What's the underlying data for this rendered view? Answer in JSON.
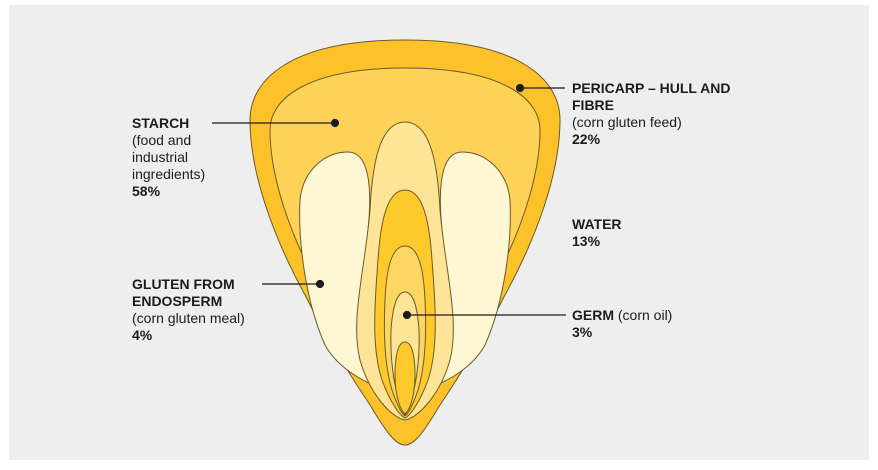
{
  "colors": {
    "background": "#eeeeef",
    "hull": "#fdc22a",
    "starch": "#fdd257",
    "gluten": "#fff7d4",
    "germ_outer": "#fde497",
    "germ_mid": "#fec92a",
    "germ_inner": "#fdd562",
    "outline": "#6b5a2a",
    "leader": "#1c1c1c"
  },
  "labels": {
    "starch": {
      "title": "STARCH",
      "detail": "(food and industrial ingredients)",
      "percent": "58%"
    },
    "gluten": {
      "title": "GLUTEN FROM ENDOSPERM",
      "detail": "(corn gluten meal)",
      "percent": "4%"
    },
    "pericarp": {
      "title": "PERICARP – HULL AND FIBRE",
      "detail": "(corn gluten feed)",
      "percent": "22%"
    },
    "water": {
      "title": "WATER",
      "percent": "13%"
    },
    "germ": {
      "title": "GERM",
      "detail": "(corn oil)",
      "percent": "3%"
    }
  }
}
